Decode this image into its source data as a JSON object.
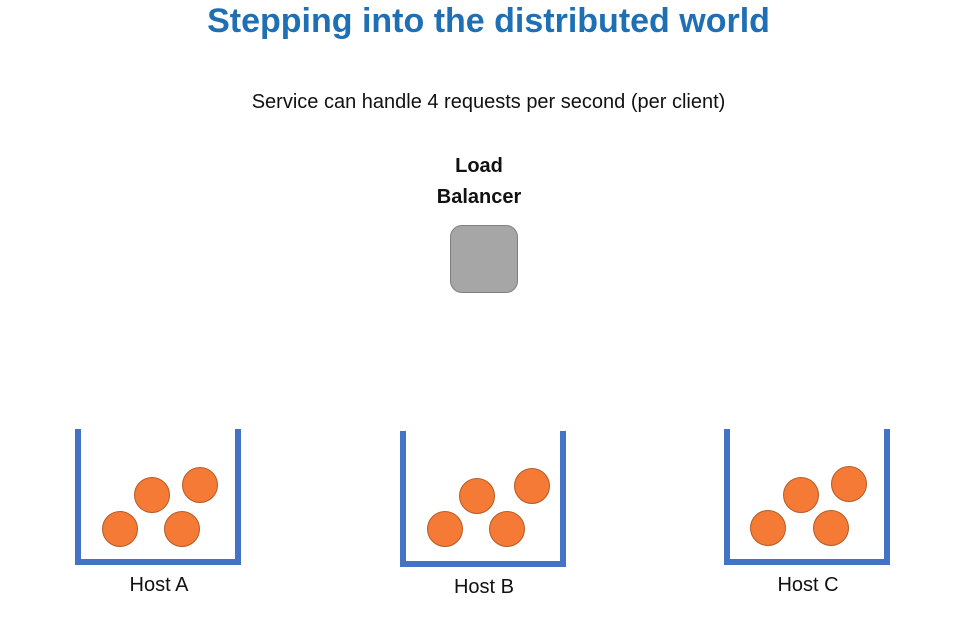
{
  "title": "Stepping into the distributed world",
  "subtitle": "Service can handle 4 requests per second (per client)",
  "load_balancer": {
    "label_line1": "Load",
    "label_line2": "Balancer"
  },
  "hosts": [
    {
      "label": "Host A",
      "requests": 4
    },
    {
      "label": "Host B",
      "requests": 4
    },
    {
      "label": "Host C",
      "requests": 4
    }
  ],
  "colors": {
    "title": "#1f6fb5",
    "bucket": "#4472c4",
    "request": "#f47a36",
    "load_balancer": "#a6a6a6"
  }
}
